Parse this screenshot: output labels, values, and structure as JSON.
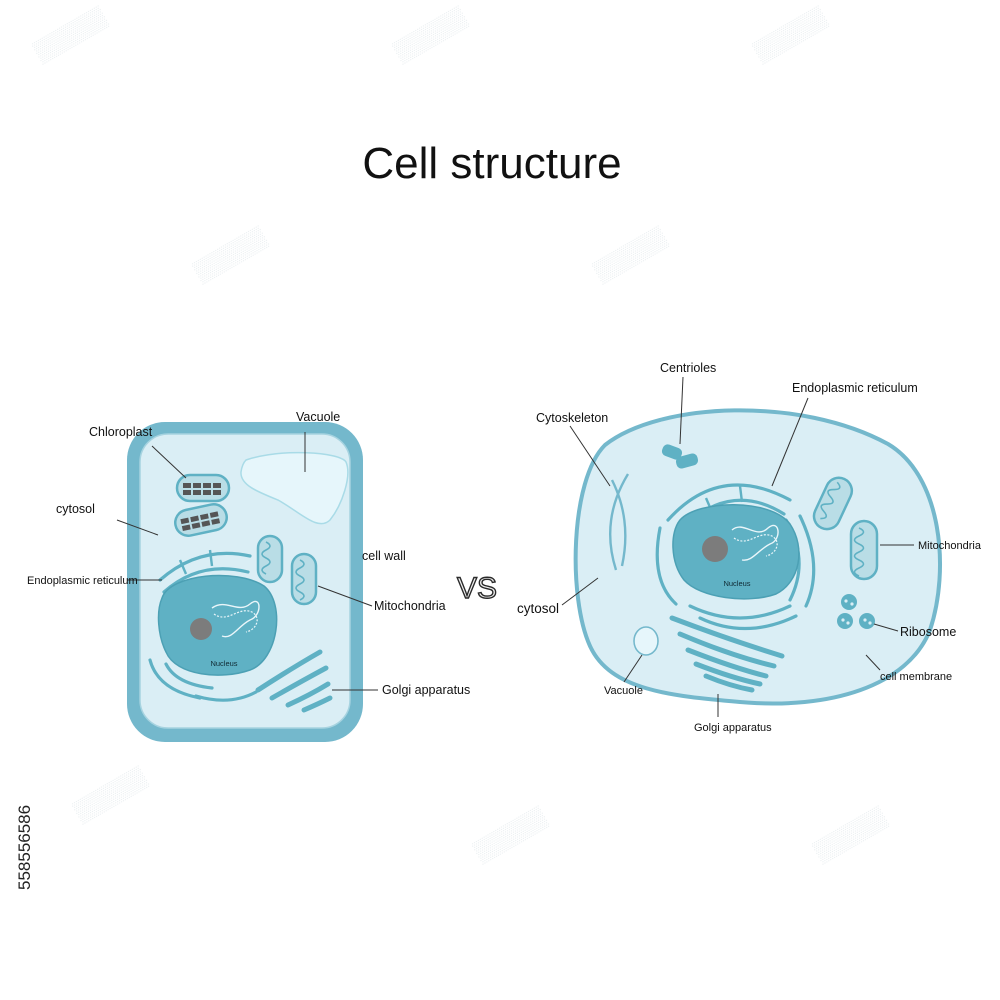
{
  "title": "Cell structure",
  "vs_label": "VS",
  "stock_id": "558556586",
  "colors": {
    "cytoplasm": "#daeef5",
    "cell_wall": "#74b8cc",
    "organelle": "#5fb1c4",
    "nucleus": "#5fb1c4",
    "nucleolus": "#7c7c7c",
    "vacuole": "#e6f6fb"
  },
  "plant_cell": {
    "labels": {
      "chloroplast": "Chloroplast",
      "vacuole": "Vacuole",
      "cytosol": "cytosol",
      "cell_wall": "cell wall",
      "endoplasmic_reticulum": "Endoplasmic reticulum",
      "mitochondria": "Mitochondria",
      "golgi": "Golgi apparatus",
      "nucleus": "Nucleus"
    }
  },
  "animal_cell": {
    "labels": {
      "centrioles": "Centrioles",
      "endoplasmic_reticulum": "Endoplasmic reticulum",
      "cytoskeleton": "Cytoskeleton",
      "mitochondria": "Mitochondria",
      "cytosol": "cytosol",
      "ribosome": "Ribosome",
      "cell_membrane": "cell membrane",
      "vacuole": "Vacuole",
      "golgi": "Golgi apparatus",
      "nucleus": "Nucleus"
    }
  }
}
